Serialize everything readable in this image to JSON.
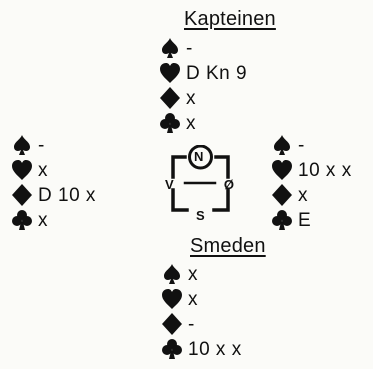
{
  "players": {
    "north": "Kapteinen",
    "south": "Smeden"
  },
  "hands": {
    "north": {
      "spades": "-",
      "hearts": "D Kn 9",
      "diamonds": "x",
      "clubs": "x"
    },
    "west": {
      "spades": "-",
      "hearts": "x",
      "diamonds": "D 10 x",
      "clubs": "x"
    },
    "east": {
      "spades": "-",
      "hearts": "10 x x",
      "diamonds": "x",
      "clubs": "E"
    },
    "south": {
      "spades": "x",
      "hearts": "x",
      "diamonds": "-",
      "clubs": "10 x x"
    }
  },
  "compass": {
    "north": "N",
    "west": "V",
    "east": "Ø",
    "south": "S"
  },
  "icons": {
    "spades": "spade-icon",
    "hearts": "heart-icon",
    "diamonds": "diamond-icon",
    "clubs": "club-icon"
  },
  "colors": {
    "ink": "#111111",
    "paper": "#fbfbf8"
  }
}
